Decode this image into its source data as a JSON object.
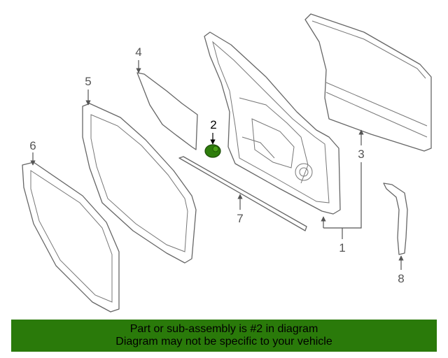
{
  "diagram": {
    "callouts": [
      "1",
      "2",
      "3",
      "4",
      "5",
      "6",
      "7",
      "8"
    ],
    "highlight_color": "#2e7d0c"
  },
  "banner": {
    "line1": "Part or sub-assembly is #2 in diagram",
    "line2": "Diagram may not be specific to your vehicle",
    "background": "#2a7a0a"
  }
}
